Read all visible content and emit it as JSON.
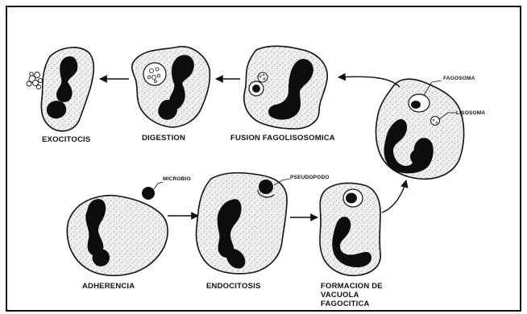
{
  "labels": {
    "exocitosis": "EXOCITOCIS",
    "digestion": "DIGESTION",
    "fusion": "FUSION FAGOLISOSOMICA",
    "fagosoma": "FAGOSOMA",
    "lisosoma": "LISOSOMA",
    "microbio": "MICROBIO",
    "seudopodo": "PSEUDOPODO",
    "adherencia": "ADHERENCIA",
    "endocitosis": "ENDOCITOSIS",
    "formacion_1": "FORMACION DE",
    "formacion_2": "VACUOLA",
    "formacion_3": "FAGOCITICA"
  }
}
